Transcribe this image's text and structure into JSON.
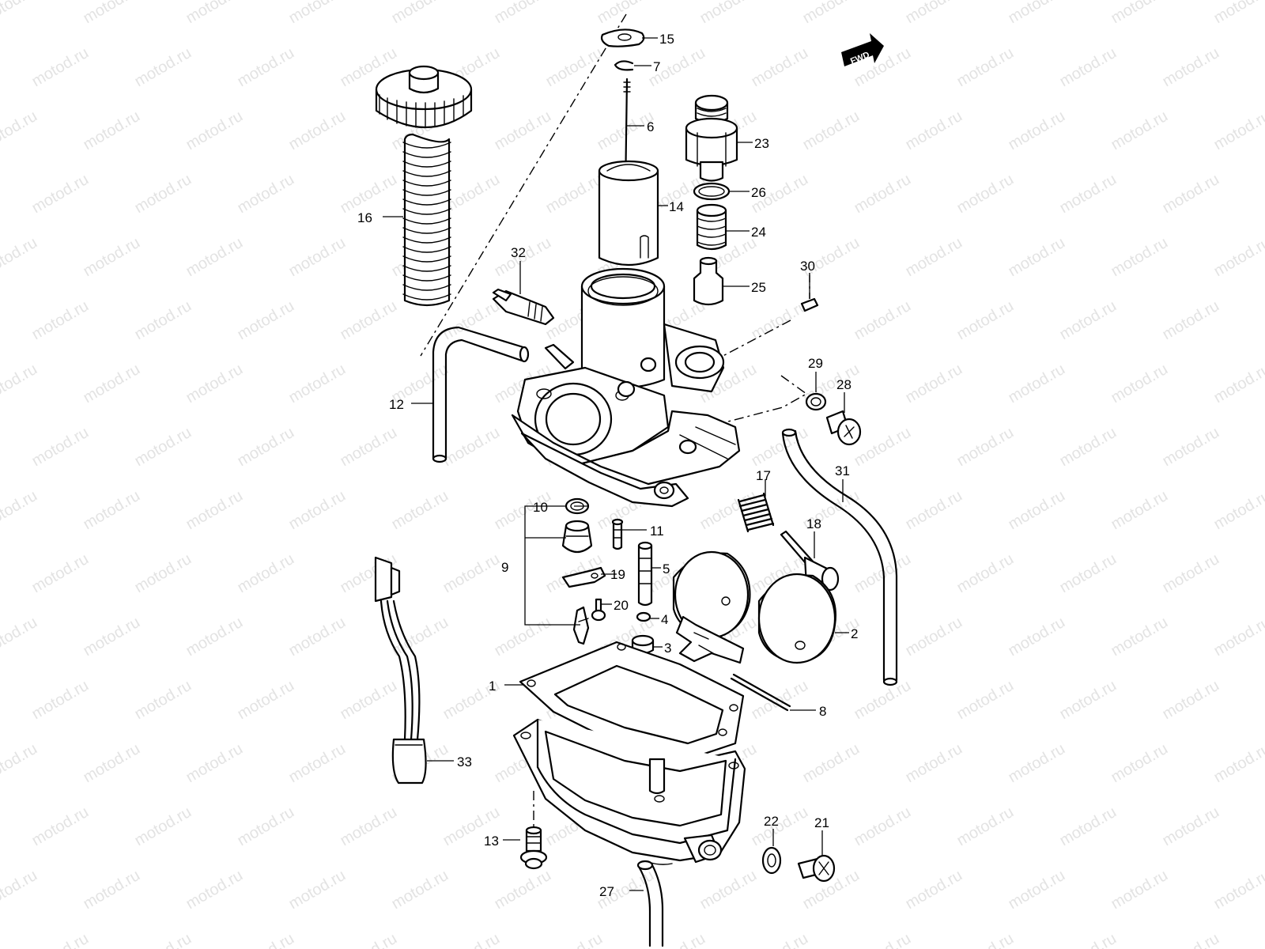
{
  "watermark": {
    "text": "motod.ru"
  },
  "fwd_badge": {
    "label": "FWD"
  },
  "callouts": [
    {
      "id": "c1",
      "label": "1"
    },
    {
      "id": "c2",
      "label": "2"
    },
    {
      "id": "c3",
      "label": "3"
    },
    {
      "id": "c4",
      "label": "4"
    },
    {
      "id": "c5",
      "label": "5"
    },
    {
      "id": "c6",
      "label": "6"
    },
    {
      "id": "c7",
      "label": "7"
    },
    {
      "id": "c8",
      "label": "8"
    },
    {
      "id": "c9",
      "label": "9"
    },
    {
      "id": "c10",
      "label": "10"
    },
    {
      "id": "c11",
      "label": "11"
    },
    {
      "id": "c12",
      "label": "12"
    },
    {
      "id": "c13",
      "label": "13"
    },
    {
      "id": "c14",
      "label": "14"
    },
    {
      "id": "c15",
      "label": "15"
    },
    {
      "id": "c16",
      "label": "16"
    },
    {
      "id": "c17",
      "label": "17"
    },
    {
      "id": "c18",
      "label": "18"
    },
    {
      "id": "c19",
      "label": "19"
    },
    {
      "id": "c20",
      "label": "20"
    },
    {
      "id": "c21",
      "label": "21"
    },
    {
      "id": "c22",
      "label": "22"
    },
    {
      "id": "c23",
      "label": "23"
    },
    {
      "id": "c24",
      "label": "24"
    },
    {
      "id": "c25",
      "label": "25"
    },
    {
      "id": "c26",
      "label": "26"
    },
    {
      "id": "c27",
      "label": "27"
    },
    {
      "id": "c28",
      "label": "28"
    },
    {
      "id": "c29",
      "label": "29"
    },
    {
      "id": "c30",
      "label": "30"
    },
    {
      "id": "c31",
      "label": "31"
    },
    {
      "id": "c32",
      "label": "32"
    },
    {
      "id": "c33",
      "label": "33"
    }
  ]
}
